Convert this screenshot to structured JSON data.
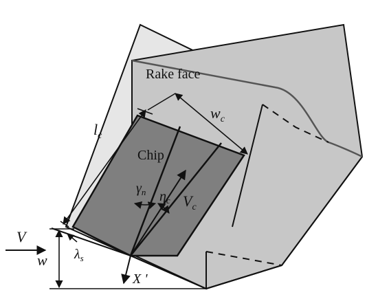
{
  "labels": {
    "rake_face": "Rake face",
    "chip": "Chip",
    "lc": "l",
    "lc_sub": "c",
    "wc": "w",
    "wc_sub": "c",
    "gamma_n": "γ",
    "gamma_n_sub": "n",
    "eta_c": "η",
    "eta_c_sub": "c",
    "vc": "V",
    "vc_sub": "c",
    "v": "V",
    "w": "w",
    "lambda_s": "λ",
    "lambda_s_sub": "s",
    "x_prime": "X '"
  },
  "colors": {
    "rake_face_fill": "#c7c7c7",
    "flank_fill": "#e6e6e6",
    "chip_fill": "#7f7f7f",
    "line": "#111111",
    "curve": "#555555"
  }
}
